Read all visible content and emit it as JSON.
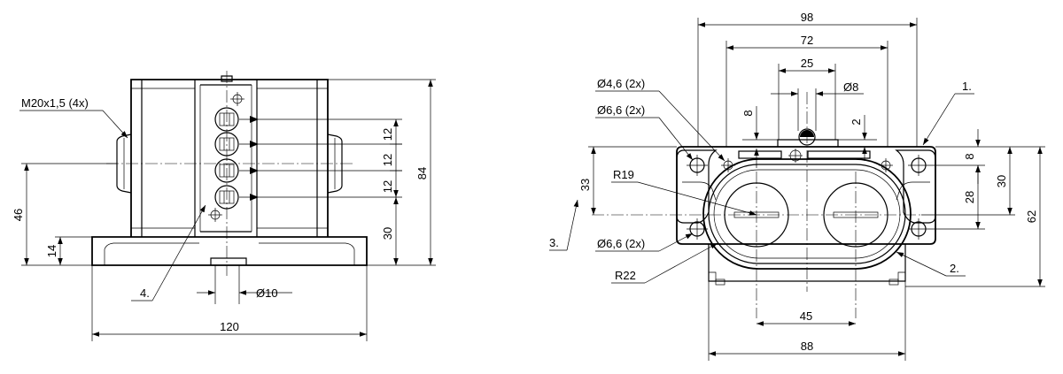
{
  "left_view": {
    "thread_label": "M20x1,5 (4x)",
    "dim_46": "46",
    "dim_14": "14",
    "dim_12a": "12",
    "dim_12b": "12",
    "dim_12c": "12",
    "dim_30": "30",
    "dim_84": "84",
    "dim_phi10": "Ø10",
    "dim_120": "120",
    "callout_4": "4."
  },
  "right_view": {
    "dim_98": "98",
    "dim_72": "72",
    "dim_25": "25",
    "dim_phi8": "Ø8",
    "dim_8_top": "8",
    "dim_2": "2",
    "dim_phi46": "Ø4,6 (2x)",
    "dim_phi66_top": "Ø6,6 (2x)",
    "dim_phi66_bot": "Ø6,6 (2x)",
    "dim_33": "33",
    "dim_r19": "R19",
    "dim_r22": "R22",
    "callout_3": "3.",
    "callout_1": "1.",
    "callout_2": "2.",
    "dim_8_right": "8",
    "dim_28": "28",
    "dim_30": "30",
    "dim_62": "62",
    "dim_45": "45",
    "dim_88": "88"
  }
}
